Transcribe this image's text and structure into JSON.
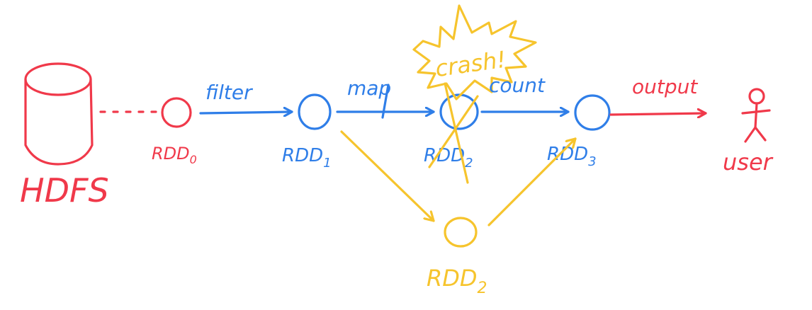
{
  "diagram": {
    "source": {
      "label": "HDFS"
    },
    "nodes": [
      {
        "id": "rdd0",
        "name": "RDD",
        "sub": "0"
      },
      {
        "id": "rdd1",
        "name": "RDD",
        "sub": "1"
      },
      {
        "id": "rdd2",
        "name": "RDD",
        "sub": "2"
      },
      {
        "id": "rdd3",
        "name": "RDD",
        "sub": "3"
      },
      {
        "id": "rdd2_recovered",
        "name": "RDD",
        "sub": "2"
      }
    ],
    "edges": [
      {
        "from": "rdd0",
        "to": "rdd1",
        "label": "filter"
      },
      {
        "from": "rdd1",
        "to": "rdd2",
        "label": "map"
      },
      {
        "from": "rdd2",
        "to": "rdd3",
        "label": "count"
      },
      {
        "from": "rdd3",
        "to": "user",
        "label": "output"
      }
    ],
    "crash_label": "crash!",
    "user_label": "user",
    "colors": {
      "red": "#f0394a",
      "blue": "#2f7ee8",
      "yellow": "#f6c42d"
    }
  }
}
